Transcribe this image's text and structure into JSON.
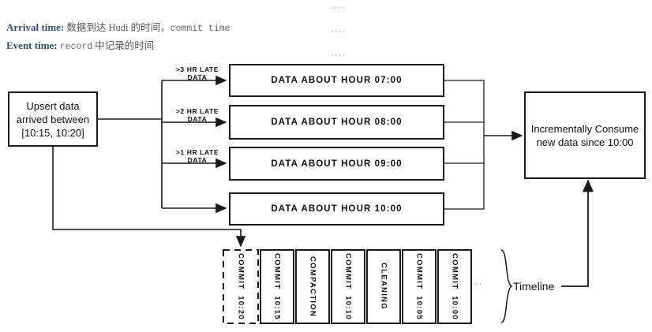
{
  "legend": {
    "rows": [
      {
        "key": "Arrival time:",
        "value": "数据到达 Hudi 的时间，",
        "mono": "commit time"
      },
      {
        "key": "Event time:",
        "mono": "record",
        "value": " 中记录的时间"
      }
    ],
    "key_color": "#2f4f78"
  },
  "ellipsis": {
    "marker": "····",
    "count": 3
  },
  "source_box": {
    "line1": "Upsert data",
    "line2": "arrived between",
    "line3": "[10:15, 10:20]"
  },
  "arrow_labels": [
    {
      "text": ">3 HR LATE DATA"
    },
    {
      "text": ">2 HR LATE DATA"
    },
    {
      "text": ">1 HR LATE DATA"
    }
  ],
  "hour_boxes": [
    {
      "label": "DATA ABOUT HOUR 07:00"
    },
    {
      "label": "DATA ABOUT HOUR 08:00"
    },
    {
      "label": "DATA ABOUT HOUR 09:00"
    },
    {
      "label": "DATA ABOUT HOUR 10:00"
    }
  ],
  "consumer_box": {
    "line1": "Incrementally Consume",
    "line2": "new data since 10:00"
  },
  "timeline": {
    "label": "Timeline",
    "dots": "⋮",
    "commits": [
      {
        "line1": "COMMIT",
        "line2": "10:20",
        "dashed": true
      },
      {
        "line1": "COMMIT",
        "line2": "10:15",
        "dashed": false
      },
      {
        "line1": "COMPACTION",
        "line2": "",
        "dashed": false
      },
      {
        "line1": "COMMIT",
        "line2": "10:10",
        "dashed": false
      },
      {
        "line1": "CLEANING",
        "line2": "",
        "dashed": false
      },
      {
        "line1": "COMMIT",
        "line2": "10:05",
        "dashed": false
      },
      {
        "line1": "COMMIT",
        "line2": "10:00",
        "dashed": false
      }
    ]
  },
  "colors": {
    "stroke": "#1a1a1a",
    "background": "#ffffff"
  }
}
